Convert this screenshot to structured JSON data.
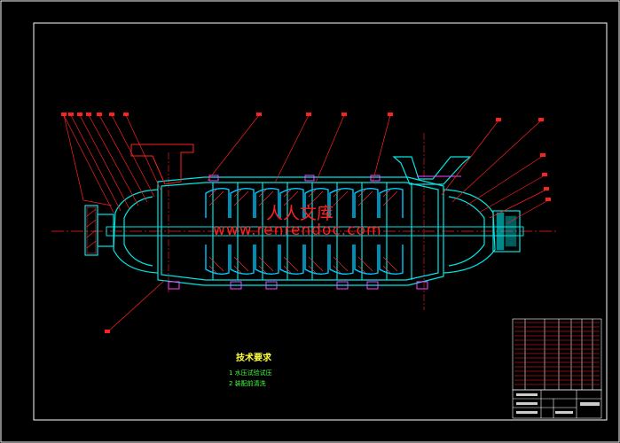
{
  "watermark": {
    "url": "www.renrendoc.com",
    "cn": "人人文库"
  },
  "tech_notes": {
    "title": "技术要求",
    "items": [
      "1 水压试验试压",
      "2 装配前清洗"
    ]
  },
  "colors": {
    "background": "#000000",
    "frame": "#ffffff",
    "casing": "#00e5e5",
    "impeller": "#00c8ff",
    "hatch": "#ff3030",
    "bolt": "#ff40ff",
    "leader": "#ff2020",
    "centerline": "#ff2020",
    "title_block": "#ffffff"
  },
  "balloons": {
    "count_top_left": 7,
    "count_top_mid": 4,
    "count_right": 6
  }
}
